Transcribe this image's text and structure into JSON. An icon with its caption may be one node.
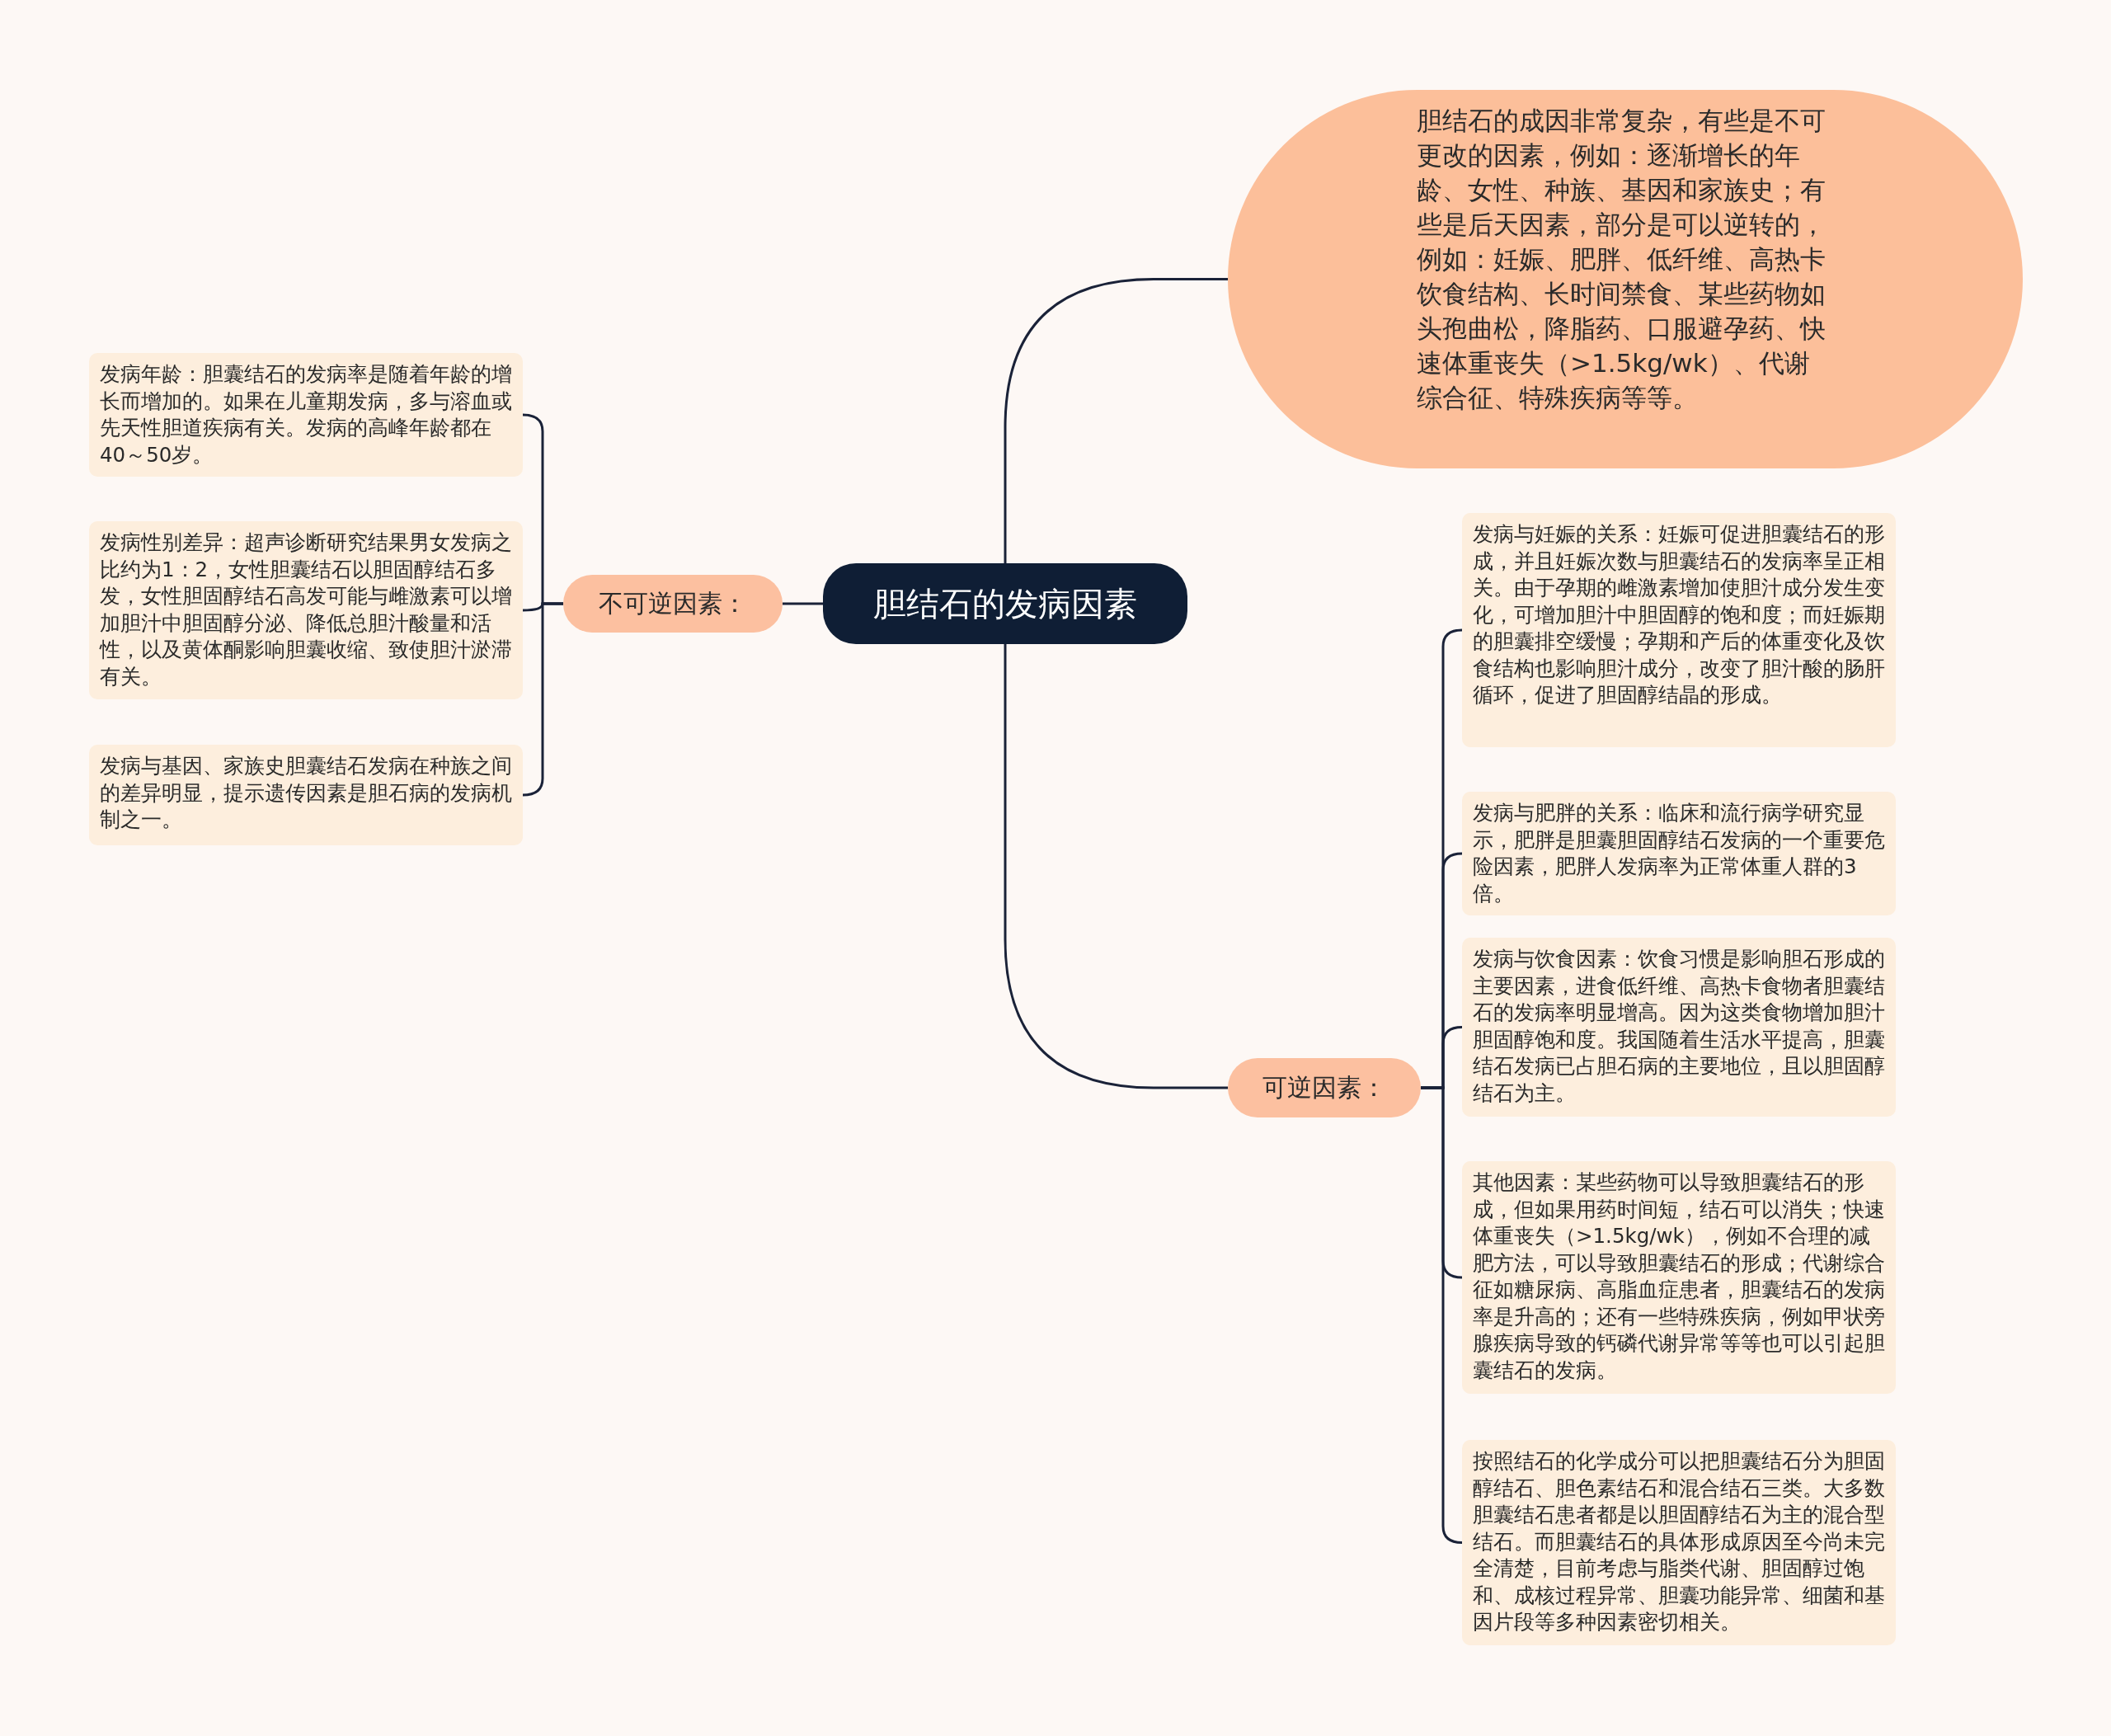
{
  "diagram": {
    "nodes": [
      {
        "text": [
          "胆结石的发病因素"
        ]
      },
      {
        "text": [
          "胆结石的成因非常复杂，有些是不可更改的因素，例如：逐渐增长的年龄、女性、种族、基因和家族史；有些是后天因素，部分是可以逆转的，例如：妊娠、肥胖、低纤维、高热卡饮食结构、长时间禁食、某些药物如头孢曲松，降脂药、口服避孕药、快速体重丧失（>1.5kg/wk）、代谢综合征、特殊疾病等等。"
        ]
      },
      {
        "text": [
          "不可逆因素："
        ]
      },
      {
        "text": [
          "发病年龄：胆囊结石的发病率是随着年龄的增长而增加的。如果在儿童期发病，多与溶血或先天性胆道疾病有关。发病的高峰年龄都在40～50岁。"
        ]
      },
      {
        "text": [
          "发病性别差异：超声诊断研究结果男女发病之比约为1：2，女性胆囊结石以胆固醇结石多发，女性胆固醇结石高发可能与雌激素可以增加胆汁中胆固醇分泌、降低总胆汁酸量和活性，以及黄体酮影响胆囊收缩、致使胆汁淤滞有关。"
        ]
      },
      {
        "text": [
          "发病与基因、家族史胆囊结石发病在种族之间的差异明显，提示遗传因素是胆石病的发病机制之一。"
        ]
      },
      {
        "text": [
          "可逆因素："
        ]
      },
      {
        "text": [
          "发病与妊娠的关系：妊娠可促进胆囊结石的形成，并且妊娠次数与胆囊结石的发病率呈正相关。由于孕期的雌激素增加使胆汁成分发生变化，可增加胆汁中胆固醇的饱和度；而妊娠期的胆囊排空缓慢；孕期和产后的体重变化及饮食结构也影响胆汁成分，改变了胆汁酸的肠肝循环，促进了胆固醇结晶的形成。"
        ]
      },
      {
        "text": [
          "发病与肥胖的关系：临床和流行病学研究显示，肥胖是胆囊胆固醇结石发病的一个重要危险因素，肥胖人发病率为正常体重人群的3倍。"
        ]
      },
      {
        "text": [
          "发病与饮食因素：饮食习惯是影响胆石形成的主要因素，进食低纤维、高热卡食物者胆囊结石的发病率明显增高。因为这类食物增加胆汁胆固醇饱和度。我国随着生活水平提高，胆囊结石发病已占胆石病的主要地位，且以胆固醇结石为主。"
        ]
      },
      {
        "text": [
          "其他因素：某些药物可以导致胆囊结石的形成，但如果用药时间短，结石可以消失；快速体重丧失（>1.5kg/wk），例如不合理的减肥方法，可以导致胆囊结石的形成；代谢综合征如糖尿病、高脂血症患者，胆囊结石的发病率是升高的；还有一些特殊疾病，例如甲状旁腺疾病导致的钙磷代谢异常等等也可以引起胆囊结石的发病。"
        ]
      },
      {
        "text": [
          "按照结石的化学成分可以把胆囊结石分为胆固醇结石、胆色素结石和混合结石三类。大多数胆囊结石患者都是以胆固醇结石为主的混合型结石。而胆囊结石的具体形成原因至今尚未完全清楚，目前考虑与脂类代谢、胆固醇过饱和、成核过程异常、胆囊功能异常、细菌和基因片段等多种因素密切相关。"
        ]
      }
    ],
    "edges": [
      {
        "from": 0,
        "to": 1,
        "arrow": "none"
      },
      {
        "from": 0,
        "to": 2,
        "arrow": "none"
      },
      {
        "from": 0,
        "to": 6,
        "arrow": "none"
      },
      {
        "from": 2,
        "to": 3,
        "arrow": "none"
      },
      {
        "from": 2,
        "to": 4,
        "arrow": "none"
      },
      {
        "from": 2,
        "to": 5,
        "arrow": "none"
      },
      {
        "from": 6,
        "to": 7,
        "arrow": "none"
      },
      {
        "from": 6,
        "to": 8,
        "arrow": "none"
      },
      {
        "from": 6,
        "to": 9,
        "arrow": "none"
      },
      {
        "from": 6,
        "to": 10,
        "arrow": "none"
      },
      {
        "from": 6,
        "to": 11,
        "arrow": "none"
      }
    ]
  }
}
